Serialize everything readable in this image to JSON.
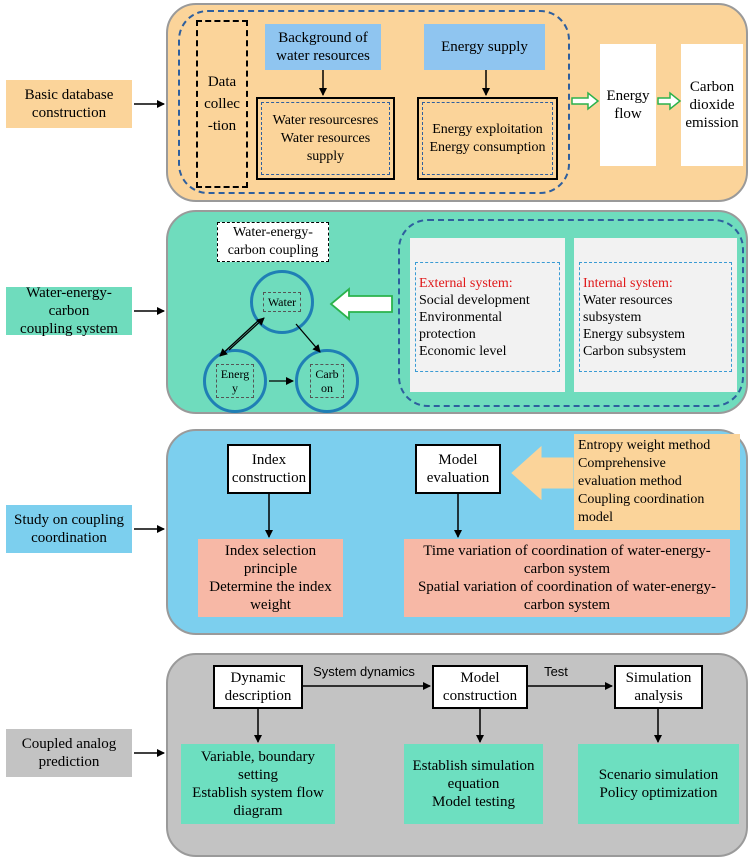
{
  "left_labels": {
    "basic_database": "Basic database\nconstruction",
    "coupling_system": "Water-energy-carbon\ncoupling system",
    "coupling_coordination": "Study on coupling\ncoordination",
    "analog_prediction": "Coupled analog\nprediction"
  },
  "section1": {
    "data_collection": "Data\ncollec\n-tion",
    "background_water": "Background of\nwater resources",
    "energy_supply": "Energy supply",
    "water_supply": "Water resourcesres\nWater resources\nsupply",
    "energy_exploit": "Energy exploitation\nEnergy consumption",
    "energy_flow": "Energy\nflow",
    "co2_emission": "Carbon\ndioxide\nemission"
  },
  "section2": {
    "coupling_title": "Water-energy-\ncarbon coupling",
    "node_water": "Water",
    "node_energy": "Energ\ny",
    "node_carbon": "Carb\non",
    "external_title": "External system:",
    "external_items": "Social development\nEnvironmental\nprotection\nEconomic level",
    "internal_title": "Internal system:",
    "internal_items": "Water resources\nsubsystem\nEnergy subsystem\nCarbon subsystem"
  },
  "section3": {
    "index_construction": "Index\nconstruction",
    "model_evaluation": "Model\nevaluation",
    "methods": "Entropy weight method\nComprehensive\nevaluation method\nCoupling coordination\nmodel",
    "index_selection": "Index selection\nprinciple\nDetermine the index\nweight",
    "variation": "Time variation of coordination of water-energy-\ncarbon system\nSpatial variation of coordination of water-energy-\ncarbon system"
  },
  "section4": {
    "dynamic_description": "Dynamic\ndescription",
    "system_dynamics": "System dynamics",
    "model_construction": "Model\nconstruction",
    "test": "Test",
    "simulation_analysis": "Simulation\nanalysis",
    "variable_boundary": "Variable, boundary\nsetting\nEstablish system flow\ndiagram",
    "simulation_equation": "Establish simulation\nequation\nModel testing",
    "scenario_simulation": "Scenario simulation\nPolicy optimization"
  },
  "colors": {
    "orange": "#fbd49a",
    "green": "#6fdcbd",
    "sky": "#7ccfee",
    "grey": "#c3c3c3",
    "blue_box": "#8fc5f0",
    "pink": "#f7b8a6",
    "mint": "#6ddfc0",
    "dashed_blue": "#2e5f9e",
    "arrow_green": "#2bb24c",
    "node_blue": "#1f7fb5",
    "red": "#e0191a"
  }
}
